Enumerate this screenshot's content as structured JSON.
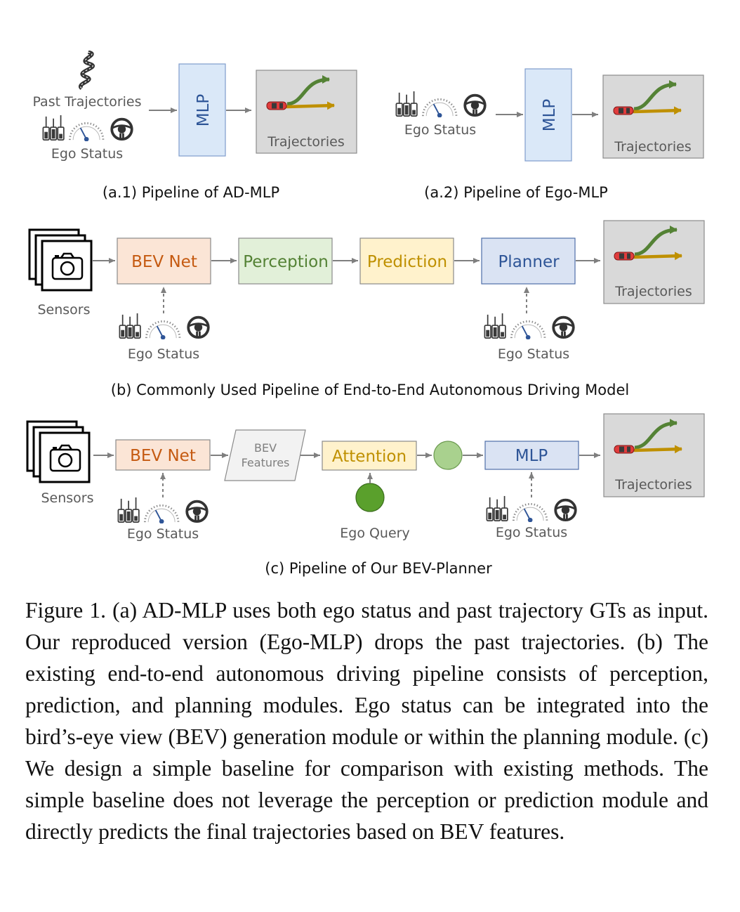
{
  "panels": {
    "a1": {
      "subcaption": "(a.1) Pipeline of AD-MLP",
      "input_past": "Past Trajectories",
      "input_ego": "Ego Status",
      "mlp": "MLP",
      "output": "Trajectories"
    },
    "a2": {
      "subcaption": "(a.2) Pipeline of Ego-MLP",
      "input_ego": "Ego Status",
      "mlp": "MLP",
      "output": "Trajectories"
    },
    "b": {
      "subcaption": "(b) Commonly Used Pipeline of End-to-End Autonomous Driving Model",
      "sensors": "Sensors",
      "bev_net": "BEV Net",
      "perception": "Perception",
      "prediction": "Prediction",
      "planner": "Planner",
      "ego_left": "Ego Status",
      "ego_right": "Ego Status",
      "output": "Trajectories"
    },
    "c": {
      "subcaption": "(c) Pipeline of Our BEV-Planner",
      "sensors": "Sensors",
      "bev_net": "BEV Net",
      "bev_features_1": "BEV",
      "bev_features_2": "Features",
      "attention": "Attention",
      "ego_query": "Ego Query",
      "mlp": "MLP",
      "ego_left": "Ego Status",
      "ego_right": "Ego Status",
      "output": "Trajectories"
    }
  },
  "figure_caption": "Figure 1. (a) AD-MLP uses both ego status and past trajectory GTs as input.  Our reproduced version (Ego-MLP) drops the past trajectories. (b) The existing end-to-end autonomous driving pipeline consists of perception, prediction, and planning modules. Ego status can be integrated into the bird’s-eye view (BEV) generation module or within the planning module.  (c) We design a simple baseline for comparison with existing methods. The simple baseline does not leverage the perception or prediction module and directly predicts the final trajectories based on BEV features.",
  "colors": {
    "mlp_fill": "#dae8f8",
    "bev_net_fill": "#fbe5d6",
    "perception_fill": "#e2f0d9",
    "prediction_fill": "#fff2cc",
    "planner_fill": "#dae3f3",
    "output_fill": "#d9d9d9",
    "green_arrow": "#548235",
    "gold_arrow": "#bf9000",
    "query_dark": "#5aa02c",
    "query_light": "#a9d18e"
  }
}
